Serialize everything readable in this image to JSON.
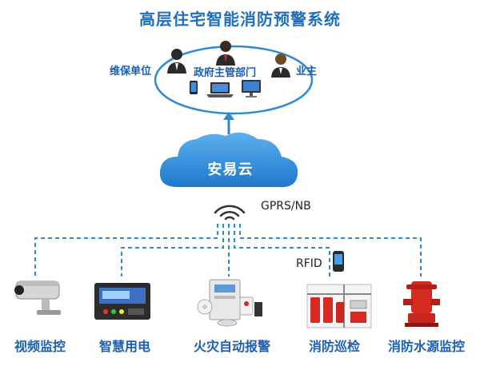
{
  "title": "高层住宅智能消防预警系统",
  "top": {
    "roles": [
      "维保单位",
      "政府主管部门",
      "业主"
    ]
  },
  "cloud": {
    "label": "安易云"
  },
  "network": {
    "label": "GPRS/NB"
  },
  "rfid": {
    "label": "RFID"
  },
  "devices": [
    "视频监控",
    "智慧用电",
    "火灾自动报警",
    "消防巡检",
    "消防水源监控"
  ],
  "colors": {
    "title": "#1f6fbf",
    "accent": "#1a5fb4",
    "cloud": "#2a86d8",
    "line": "#2b8ad0",
    "fire_red": "#d42a22"
  }
}
